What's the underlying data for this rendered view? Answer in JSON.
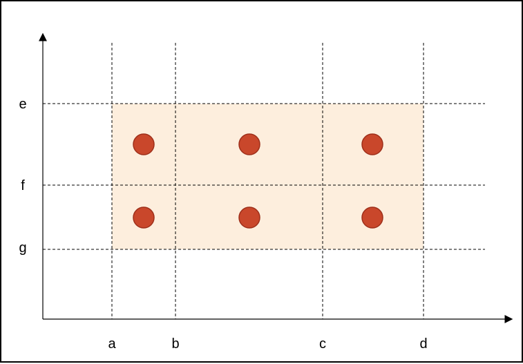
{
  "labels": {
    "x": [
      "a",
      "b",
      "c",
      "d"
    ],
    "y": [
      "e",
      "f",
      "g"
    ]
  },
  "colors": {
    "region_fill": "#fdeedd",
    "dot_fill": "#c9472b",
    "dot_stroke": "#9e2f1a",
    "grid_line": "#000000",
    "axis": "#000000"
  },
  "dots_count": 6
}
